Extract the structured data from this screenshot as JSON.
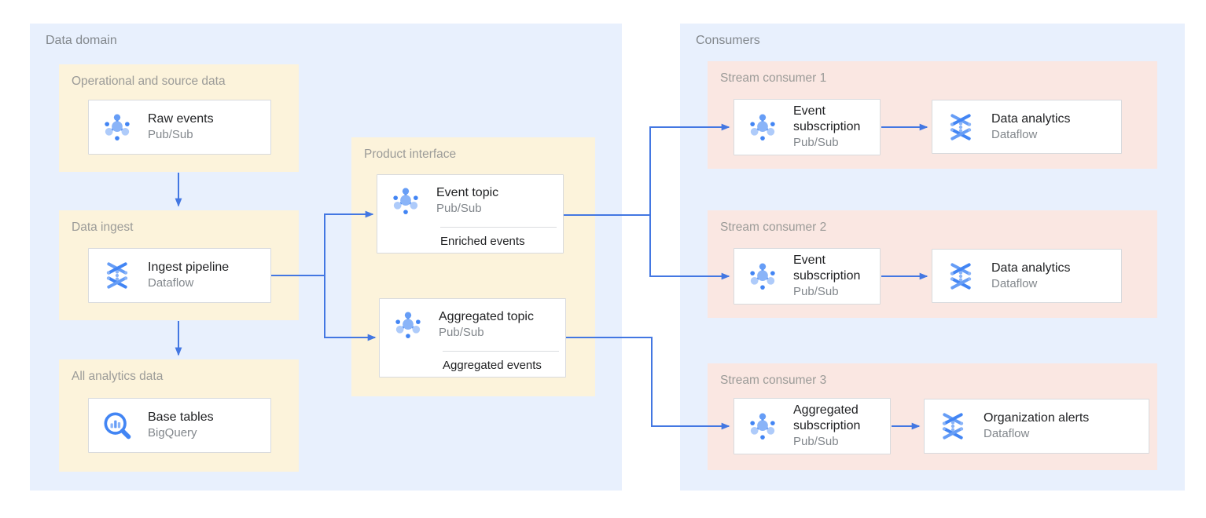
{
  "containers": {
    "data_domain": {
      "label": "Data domain"
    },
    "consumers": {
      "label": "Consumers"
    }
  },
  "groups": {
    "operational": {
      "label": "Operational and source data"
    },
    "ingest": {
      "label": "Data ingest"
    },
    "analytics": {
      "label": "All analytics data"
    },
    "product": {
      "label": "Product interface"
    },
    "sc1": {
      "label": "Stream consumer 1"
    },
    "sc2": {
      "label": "Stream consumer 2"
    },
    "sc3": {
      "label": "Stream consumer 3"
    }
  },
  "cards": {
    "raw_events": {
      "title": "Raw events",
      "service": "Pub/Sub",
      "icon": "pubsub-icon"
    },
    "ingest_pipeline": {
      "title": "Ingest pipeline",
      "service": "Dataflow",
      "icon": "dataflow-icon"
    },
    "base_tables": {
      "title": "Base tables",
      "service": "BigQuery",
      "icon": "bigquery-icon"
    },
    "event_topic": {
      "title": "Event topic",
      "service": "Pub/Sub",
      "icon": "pubsub-icon",
      "note": "Enriched events"
    },
    "aggregated_topic": {
      "title": "Aggregated topic",
      "service": "Pub/Sub",
      "icon": "pubsub-icon",
      "note": "Aggregated events"
    },
    "event_sub1": {
      "title": "Event subscription",
      "service": "Pub/Sub",
      "icon": "pubsub-icon"
    },
    "data_analytics1": {
      "title": "Data analytics",
      "service": "Dataflow",
      "icon": "dataflow-icon"
    },
    "event_sub2": {
      "title": "Event subscription",
      "service": "Pub/Sub",
      "icon": "pubsub-icon"
    },
    "data_analytics2": {
      "title": "Data analytics",
      "service": "Dataflow",
      "icon": "dataflow-icon"
    },
    "aggregated_sub": {
      "title": "Aggregated subscription",
      "service": "Pub/Sub",
      "icon": "pubsub-icon"
    },
    "org_alerts": {
      "title": "Organization alerts",
      "service": "Dataflow",
      "icon": "dataflow-icon"
    }
  },
  "connections": [
    {
      "from": "raw_events",
      "to": "ingest_pipeline"
    },
    {
      "from": "ingest_pipeline",
      "to": "base_tables"
    },
    {
      "from": "ingest_pipeline",
      "to": "event_topic"
    },
    {
      "from": "ingest_pipeline",
      "to": "aggregated_topic"
    },
    {
      "from": "event_topic",
      "to": "event_sub1"
    },
    {
      "from": "event_topic",
      "to": "event_sub2"
    },
    {
      "from": "aggregated_topic",
      "to": "aggregated_sub"
    },
    {
      "from": "event_sub1",
      "to": "data_analytics1"
    },
    {
      "from": "event_sub2",
      "to": "data_analytics2"
    },
    {
      "from": "aggregated_sub",
      "to": "org_alerts"
    }
  ],
  "colors": {
    "container_bg": "#E8F0FD",
    "group_yellow": "#FCF3DB",
    "group_pink": "#FAE7E2",
    "card_border": "#D8DADD",
    "arrow": "#4377E2",
    "title_text": "#212224",
    "subtitle_text": "#82878C",
    "label_text": "#9B9B98",
    "icon_blue_dark": "#4285F4",
    "icon_blue_mid": "#669DF6",
    "icon_blue_light": "#AECBFA"
  }
}
